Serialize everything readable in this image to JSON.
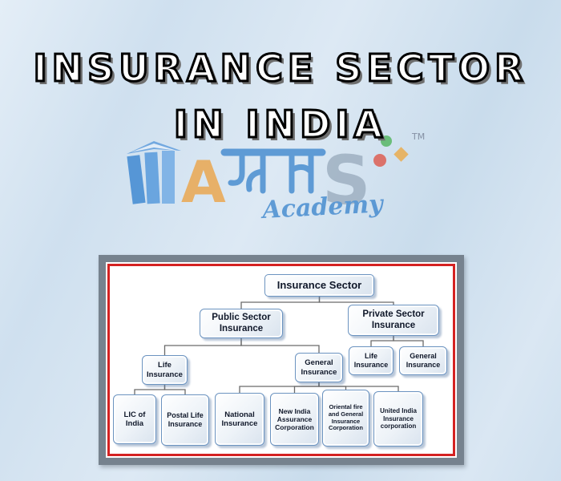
{
  "title": {
    "line1": "INSURANCE SECTOR",
    "line2": "IN INDIA"
  },
  "logo": {
    "letter_a": "A",
    "letter_s": "S",
    "academy": "Academy",
    "trademark": "TM",
    "icons": {
      "books": "books-icon",
      "dots": "geometric-dots-icon",
      "wordmark": "devanagari-wordmark-icon"
    }
  },
  "org_chart": {
    "root": "Insurance Sector",
    "public": "Public Sector Insurance",
    "private": "Private Sector Insurance",
    "public_life": "Life Insurance",
    "public_general": "General Insurance",
    "private_life": "Life Insurance",
    "private_general": "General Insurance",
    "lic": "LIC of India",
    "postal": "Postal Life Insurance",
    "national": "National Insurance",
    "new_india": "New India Assurance Corporation",
    "oriental": "Oriental fire and General Insurance Corporation",
    "united": "United India Insurance corporation"
  },
  "colors": {
    "background": "#d4e2f0",
    "node_border": "#6b93c0",
    "node_shadow": "#6482aa",
    "frame_gray": "#76828e",
    "frame_red": "#d42222",
    "logo_blue": "#2b7bc9",
    "logo_orange": "#ee9a2e",
    "logo_green": "#3fae49",
    "logo_red": "#e04433"
  }
}
